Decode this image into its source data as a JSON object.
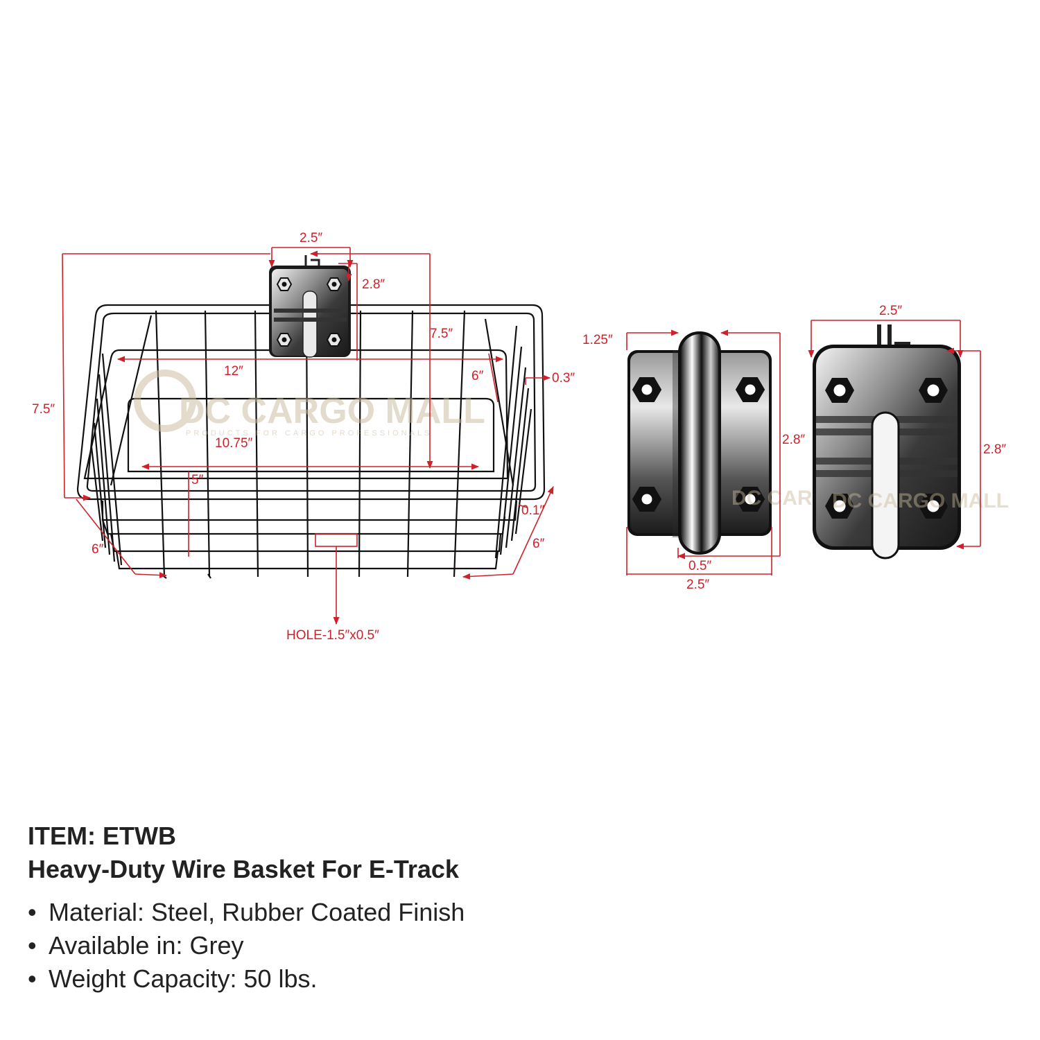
{
  "colors": {
    "dimension": "#d0202a",
    "text": "#222222",
    "watermark": "#c9b89a"
  },
  "watermark": {
    "brand": "DC CARGO MALL",
    "tagline": "PRODUCTS FOR CARGO PROFESSIONALS"
  },
  "basket_dims": {
    "bracket_width": "2.5″",
    "bracket_height": "2.8″",
    "inner_height_right": "7.5″",
    "length_top": "12″",
    "depth_top": "6″",
    "wire_thickness_top": "0.3″",
    "outer_height_left": "7.5″",
    "length_bottom": "10.75″",
    "inner_height": "5″",
    "rim_thickness": "0.1″",
    "depth_left": "6″",
    "depth_right": "6″",
    "hole": "HOLE-1.5″x0.5″"
  },
  "side_view_dims": {
    "hook_offset": "1.25″",
    "height": "2.8″",
    "hook_width": "0.5″",
    "width": "2.5″"
  },
  "front_view_dims": {
    "width": "2.5″",
    "height": "2.8″"
  },
  "product": {
    "item": "ITEM: ETWB",
    "title": "Heavy-Duty Wire Basket For E-Track",
    "specs": [
      "Material: Steel, Rubber Coated Finish",
      "Available in: Grey",
      "Weight Capacity: 50 lbs."
    ]
  }
}
